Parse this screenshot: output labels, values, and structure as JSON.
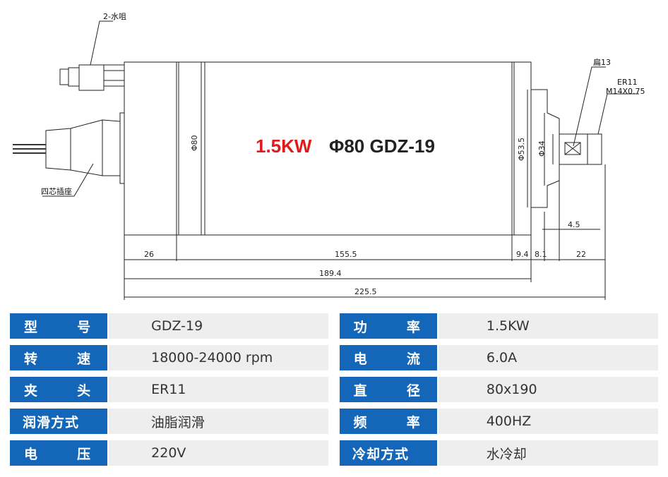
{
  "title": {
    "power": "1.5KW",
    "model": "Φ80 GDZ-19"
  },
  "callouts": {
    "nozzle": "2-水咀",
    "connector": "四芯插座",
    "flat": "扁13",
    "collet": "ER11",
    "thread": "M14X0.75"
  },
  "dimensions": {
    "body_dia": "Φ80",
    "flange_dia": "Φ53.5",
    "nose_dia": "Φ34",
    "d26": "26",
    "d155": "155.5",
    "d9": "9.4",
    "d8": "8.1",
    "d22": "22",
    "d4": "4.5",
    "d189": "189.4",
    "d225": "225.5"
  },
  "specs": [
    {
      "left_label": [
        "型",
        "号"
      ],
      "left_value": "GDZ-19",
      "right_label": [
        "功",
        "率"
      ],
      "right_value": "1.5KW"
    },
    {
      "left_label": [
        "转",
        "速"
      ],
      "left_value": "18000-24000 rpm",
      "right_label": [
        "电",
        "流"
      ],
      "right_value": "6.0A"
    },
    {
      "left_label": [
        "夹",
        "头"
      ],
      "left_value": "ER11",
      "right_label": [
        "直",
        "径"
      ],
      "right_value": "80x190"
    },
    {
      "left_label": [
        "润滑方式"
      ],
      "left_value": "油脂润滑",
      "right_label": [
        "频",
        "率"
      ],
      "right_value": "400HZ"
    },
    {
      "left_label": [
        "电",
        "压"
      ],
      "left_value": "220V",
      "right_label": [
        "冷却方式"
      ],
      "right_value": "水冷却"
    }
  ],
  "colors": {
    "label_bg": "#1466b8",
    "value_bg": "#eeeeee",
    "power_red": "#e01b1b"
  }
}
